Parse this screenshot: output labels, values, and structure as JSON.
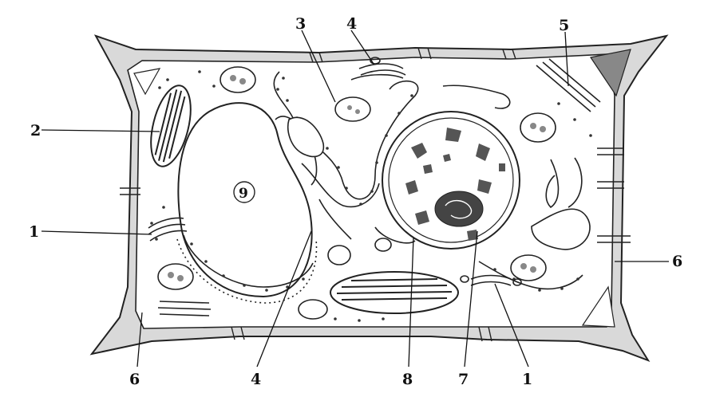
{
  "diagram": {
    "type": "plant cell (electron micrograph drawing)",
    "labels": {
      "l1_left": "1",
      "l2": "2",
      "l3": "3",
      "l4_top": "4",
      "l5": "5",
      "l6_right": "6",
      "l6_bottom": "6",
      "l4_bottom": "4",
      "l8": "8",
      "l7": "7",
      "l1_bottom": "1",
      "l9": "9"
    }
  }
}
